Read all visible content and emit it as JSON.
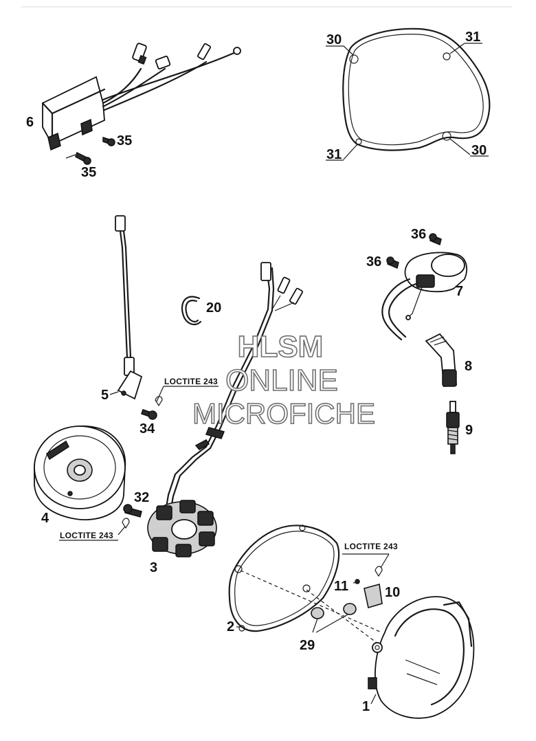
{
  "diagram": {
    "callouts": {
      "c1": "1",
      "c2": "2",
      "c3": "3",
      "c4": "4",
      "c5": "5",
      "c6": "6",
      "c7": "7",
      "c8": "8",
      "c9": "9",
      "c10": "10",
      "c11": "11",
      "c20": "20",
      "c29": "29",
      "c30a": "30",
      "c30b": "30",
      "c31a": "31",
      "c31b": "31",
      "c32": "32",
      "c34": "34",
      "c35a": "35",
      "c35b": "35",
      "c36a": "36",
      "c36b": "36"
    },
    "loctite": {
      "top": "LOCTITE 243",
      "left": "LOCTITE 243",
      "right": "LOCTITE 243"
    },
    "watermark": {
      "line1": "HLSM",
      "line2": "ONLINE",
      "line3": "MICROFICHE"
    }
  }
}
